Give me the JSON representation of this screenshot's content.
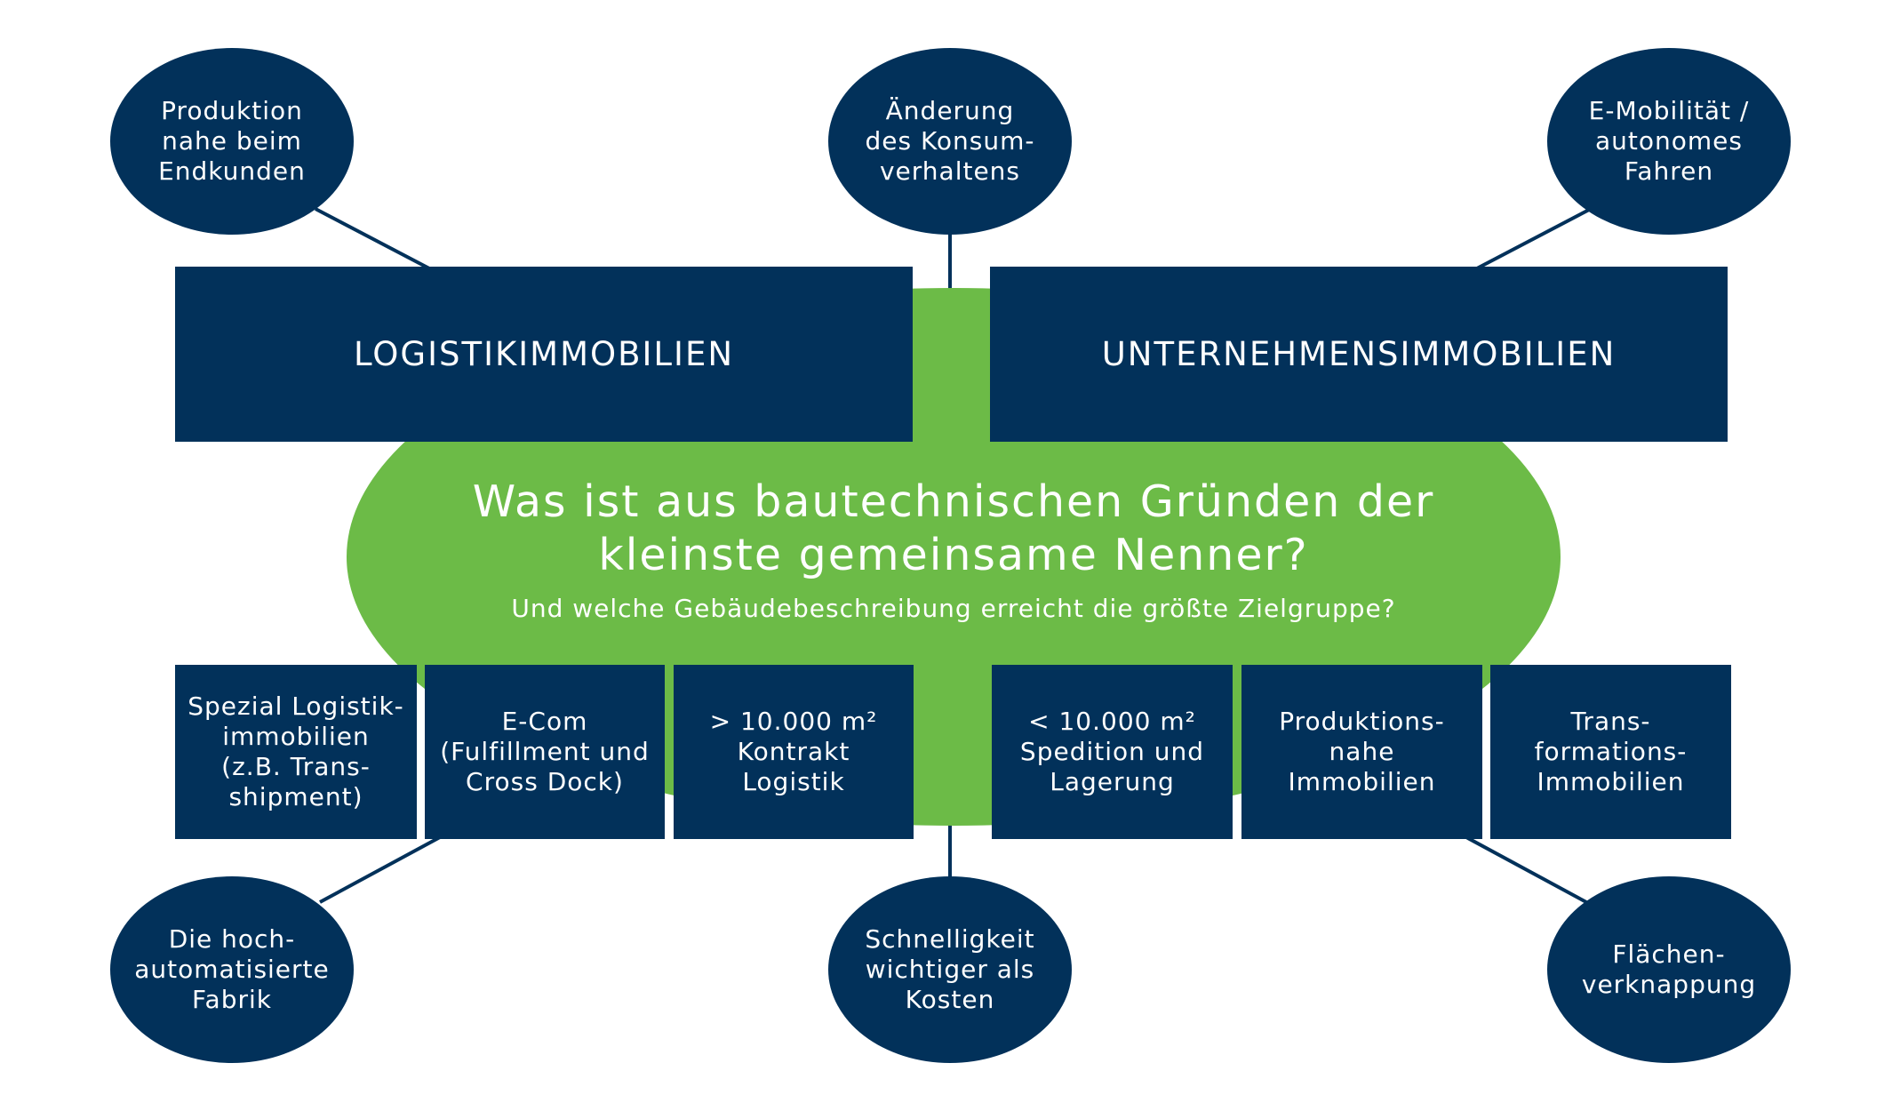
{
  "center": {
    "question": "Was ist aus bautechnischen Gründen der\nkleinste gemeinsame Nenner?",
    "subquestion": "Und welche Gebäudebeschreibung erreicht die größte Zielgruppe?"
  },
  "headers": {
    "left": "LOGISTIKIMMOBILIEN",
    "right": "UNTERNEHMENSIMMOBILIEN"
  },
  "top_nodes": {
    "left": "Produktion\nnahe beim\nEndkunden",
    "middle": "Änderung\ndes Konsum-\nverhaltens",
    "right": "E-Mobilität /\nautonomes\nFahren"
  },
  "bottom_nodes": {
    "left": "Die hoch-\nautomatisierte\nFabrik",
    "middle": "Schnelligkeit\nwichtiger als\nKosten",
    "right": "Flächen-\nverknappung"
  },
  "categories": [
    "Spezial Logistik-\nimmobilien\n(z.B. Trans-\nshipment)",
    "E-Com\n(Fulfillment und\nCross Dock)",
    "> 10.000 m²\nKontrakt\nLogistik",
    "< 10.000 m²\nSpedition und\nLagerung",
    "Produktions-\nnahe\nImmobilien",
    "Trans-\nformations-\nImmobilien"
  ],
  "colors": {
    "navy": "#02315a",
    "green": "#6cbb47",
    "text": "#ffffff"
  }
}
